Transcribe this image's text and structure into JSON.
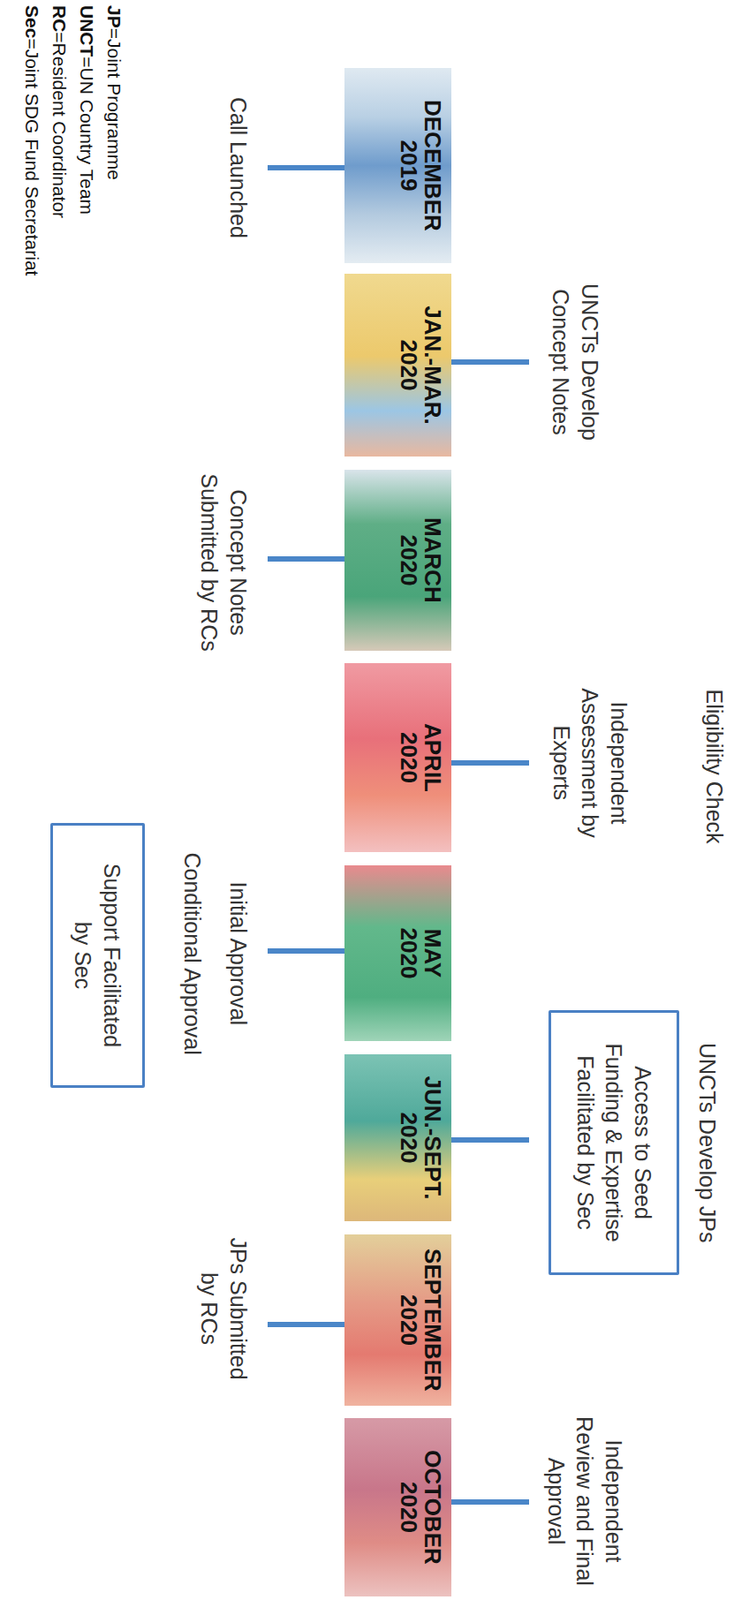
{
  "diagram": {
    "nodes": [
      {
        "text": [
          "DECEMBER 2019"
        ]
      },
      {
        "text": [
          "JAN.-MAR. 2020"
        ]
      },
      {
        "text": [
          "MARCH 2020"
        ]
      },
      {
        "text": [
          "APRIL 2020"
        ]
      },
      {
        "text": [
          "MAY 2020"
        ]
      },
      {
        "text": [
          "JUN.-SEPT. 2020"
        ]
      },
      {
        "text": [
          "SEPTEMBER 2020"
        ]
      },
      {
        "text": [
          "OCTOBER 2020"
        ]
      },
      {
        "text": [
          "Support Facilitated by Sec"
        ]
      },
      {
        "text": [
          "Access to Seed Funding & Expertise Facilitated by Sec"
        ]
      }
    ],
    "labels": [
      "Call Launched",
      "UNCTs Develop Concept Notes",
      "Concept Notes Submitted by RCs",
      "Eligibility Check",
      "Independent Assessment by Experts",
      "Initial Approval",
      "Conditional Approval",
      "UNCTs Develop JPs",
      "JPs Submitted by RCs",
      "Independent Review and Final Approval",
      "JP=Joint Programme",
      "UNCT=UN Country Team",
      "RC=Resident Coordinator",
      "Sec=Joint SDG Fund Secretariat"
    ]
  }
}
